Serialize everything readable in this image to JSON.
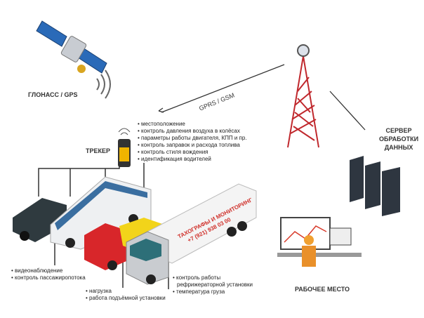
{
  "labels": {
    "satellite": "ГЛОНАСС / GPS",
    "network": "GPRS / GSM",
    "tracker": "ТРЕКЕР",
    "server": [
      "СЕРВЕР",
      "ОБРАБОТКИ",
      "ДАННЫХ"
    ],
    "workstation": "РАБОЧЕЕ МЕСТО"
  },
  "tracker_features": [
    "местоположение",
    "контроль давления воздуха в колёсах",
    "параметры работы двигателя, КПП и пр.",
    "контроль заправок и расхода топлива",
    "контроль стиля вождения",
    "идентификация водителей"
  ],
  "bus_features": [
    "видеонаблюдение",
    "контроль пассажиропотока"
  ],
  "truck_features": [
    "нагрузка",
    "работа подъёмной установки"
  ],
  "reefer_features": [
    "контроль работы",
    "рефрижераторной установки",
    "температура груза"
  ],
  "trailer_text": [
    "ТАХОГРАФЫ И МОНИТОРИНГ",
    "+7 (921) 938 03 00"
  ],
  "colors": {
    "tower": "#c0282d",
    "trailer_text": "#d0302a",
    "server": "#2e3640",
    "accent": "#f0b400"
  }
}
